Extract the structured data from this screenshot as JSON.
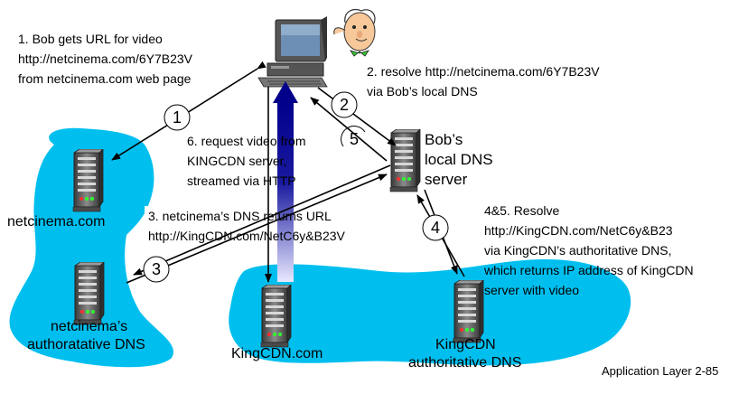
{
  "steps": {
    "s1": [
      "1. Bob gets URL for video",
      "http://netcinema.com/6Y7B23V",
      "from netcinema.com web page"
    ],
    "s2": [
      "2. resolve http://netcinema.com/6Y7B23V",
      "via Bob’s local DNS"
    ],
    "s3": [
      "3. netcinema’s DNS returns URL",
      "http://KingCDN.com/NetC6y&B23V"
    ],
    "s45": [
      "4&5. Resolve",
      "http://KingCDN.com/NetC6y&B23",
      "via KingCDN’s authoritative DNS,",
      "which returns IP address of KingCDN",
      "server  with video"
    ],
    "s6": [
      "6. request video from",
      "KINGCDN server,",
      "streamed via HTTP"
    ]
  },
  "nodes": {
    "local_dns": [
      "Bob’s",
      "local DNS",
      "server"
    ],
    "netcinema": "netcinema.com",
    "netcinema_dns": [
      "netcinema’s",
      "authoratative DNS"
    ],
    "kingcdn": "KingCDN.com",
    "kingcdn_dns": [
      "KingCDN",
      "authoritative DNS"
    ]
  },
  "circles": [
    "1",
    "2",
    "3",
    "4",
    "5"
  ],
  "footer": "Application Layer 2-85",
  "colors": {
    "cloud": "#00BFEF",
    "video_arrow": "#00008B",
    "server_body": "#5f5f5f"
  }
}
